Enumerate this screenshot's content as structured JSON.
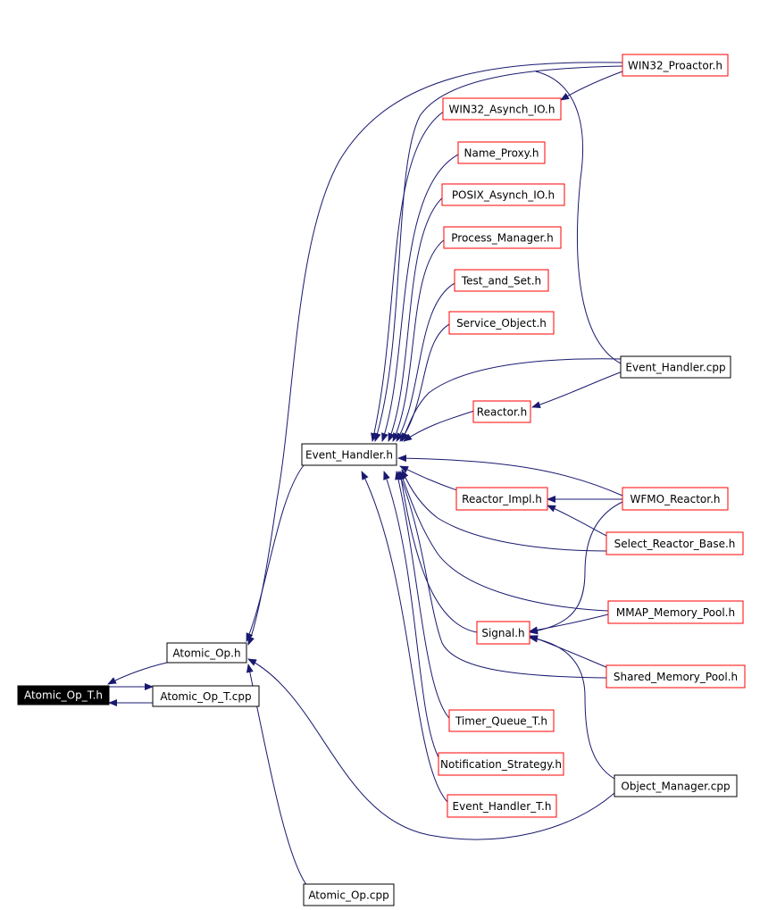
{
  "nodes": [
    {
      "id": "atomic_op_t_h",
      "label": "Atomic_Op_T.h",
      "style": "root"
    },
    {
      "id": "atomic_op_h",
      "label": "Atomic_Op.h",
      "style": "black"
    },
    {
      "id": "atomic_op_t_cpp",
      "label": "Atomic_Op_T.cpp",
      "style": "black"
    },
    {
      "id": "atomic_op_cpp",
      "label": "Atomic_Op.cpp",
      "style": "black"
    },
    {
      "id": "event_handler_h",
      "label": "Event_Handler.h",
      "style": "black"
    },
    {
      "id": "win32_proactor_h",
      "label": "WIN32_Proactor.h",
      "style": "red"
    },
    {
      "id": "win32_asynch_io_h",
      "label": "WIN32_Asynch_IO.h",
      "style": "red"
    },
    {
      "id": "name_proxy_h",
      "label": "Name_Proxy.h",
      "style": "red"
    },
    {
      "id": "posix_asynch_io_h",
      "label": "POSIX_Asynch_IO.h",
      "style": "red"
    },
    {
      "id": "process_manager_h",
      "label": "Process_Manager.h",
      "style": "red"
    },
    {
      "id": "test_and_set_h",
      "label": "Test_and_Set.h",
      "style": "red"
    },
    {
      "id": "service_object_h",
      "label": "Service_Object.h",
      "style": "red"
    },
    {
      "id": "event_handler_cpp",
      "label": "Event_Handler.cpp",
      "style": "black"
    },
    {
      "id": "reactor_h",
      "label": "Reactor.h",
      "style": "red"
    },
    {
      "id": "reactor_impl_h",
      "label": "Reactor_Impl.h",
      "style": "red"
    },
    {
      "id": "wfmo_reactor_h",
      "label": "WFMO_Reactor.h",
      "style": "red"
    },
    {
      "id": "select_reactor_base_h",
      "label": "Select_Reactor_Base.h",
      "style": "red"
    },
    {
      "id": "mmap_memory_pool_h",
      "label": "MMAP_Memory_Pool.h",
      "style": "red"
    },
    {
      "id": "signal_h",
      "label": "Signal.h",
      "style": "red"
    },
    {
      "id": "shared_memory_pool_h",
      "label": "Shared_Memory_Pool.h",
      "style": "red"
    },
    {
      "id": "timer_queue_t_h",
      "label": "Timer_Queue_T.h",
      "style": "red"
    },
    {
      "id": "notification_strategy_h",
      "label": "Notification_Strategy.h",
      "style": "red"
    },
    {
      "id": "event_handler_t_h",
      "label": "Event_Handler_T.h",
      "style": "red"
    },
    {
      "id": "object_manager_cpp",
      "label": "Object_Manager.cpp",
      "style": "black"
    }
  ],
  "edges": [
    {
      "from": "atomic_op_h",
      "to": "atomic_op_t_h"
    },
    {
      "from": "atomic_op_t_cpp",
      "to": "atomic_op_t_h"
    },
    {
      "from": "atomic_op_t_h",
      "to": "atomic_op_t_cpp"
    },
    {
      "from": "event_handler_h",
      "to": "atomic_op_h"
    },
    {
      "from": "win32_proactor_h",
      "to": "atomic_op_h"
    },
    {
      "from": "atomic_op_cpp",
      "to": "atomic_op_h"
    },
    {
      "from": "object_manager_cpp",
      "to": "atomic_op_h"
    },
    {
      "from": "win32_asynch_io_h",
      "to": "event_handler_h"
    },
    {
      "from": "name_proxy_h",
      "to": "event_handler_h"
    },
    {
      "from": "posix_asynch_io_h",
      "to": "event_handler_h"
    },
    {
      "from": "process_manager_h",
      "to": "event_handler_h"
    },
    {
      "from": "test_and_set_h",
      "to": "event_handler_h"
    },
    {
      "from": "service_object_h",
      "to": "event_handler_h"
    },
    {
      "from": "reactor_h",
      "to": "event_handler_h"
    },
    {
      "from": "event_handler_cpp",
      "to": "event_handler_h"
    },
    {
      "from": "win32_proactor_h",
      "to": "event_handler_h"
    },
    {
      "from": "reactor_impl_h",
      "to": "event_handler_h"
    },
    {
      "from": "wfmo_reactor_h",
      "to": "event_handler_h"
    },
    {
      "from": "select_reactor_base_h",
      "to": "event_handler_h"
    },
    {
      "from": "mmap_memory_pool_h",
      "to": "event_handler_h"
    },
    {
      "from": "signal_h",
      "to": "event_handler_h"
    },
    {
      "from": "shared_memory_pool_h",
      "to": "event_handler_h"
    },
    {
      "from": "timer_queue_t_h",
      "to": "event_handler_h"
    },
    {
      "from": "notification_strategy_h",
      "to": "event_handler_h"
    },
    {
      "from": "event_handler_t_h",
      "to": "event_handler_h"
    },
    {
      "from": "win32_proactor_h",
      "to": "win32_asynch_io_h"
    },
    {
      "from": "event_handler_cpp",
      "to": "reactor_h"
    },
    {
      "from": "wfmo_reactor_h",
      "to": "reactor_impl_h"
    },
    {
      "from": "select_reactor_base_h",
      "to": "reactor_impl_h"
    },
    {
      "from": "wfmo_reactor_h",
      "to": "signal_h"
    },
    {
      "from": "mmap_memory_pool_h",
      "to": "signal_h"
    },
    {
      "from": "shared_memory_pool_h",
      "to": "signal_h"
    },
    {
      "from": "object_manager_cpp",
      "to": "signal_h"
    }
  ]
}
